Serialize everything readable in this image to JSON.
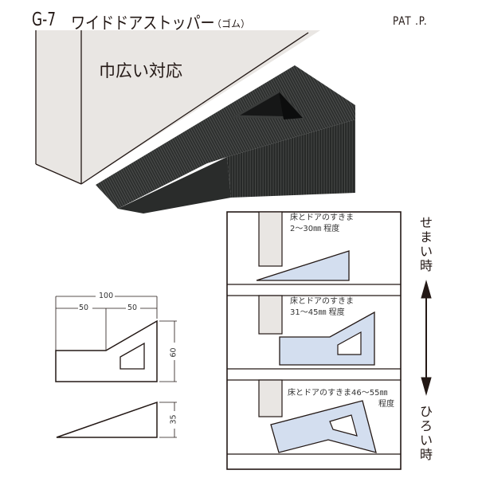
{
  "header": {
    "model_code": "G-7",
    "product_name": "ワイドドアストッパー",
    "material": "（ゴム）",
    "patent": "PAT .P."
  },
  "photo": {
    "caption": "巾広い対応",
    "wall_color": "#e9e6e3",
    "stopper_color": "#2f3130"
  },
  "dimension_drawing": {
    "front_view": {
      "total_width": "100",
      "left_width": "50",
      "right_width": "50",
      "height": "60"
    },
    "side_view": {
      "height": "35"
    }
  },
  "usage_panels": [
    {
      "gap_label": "床とドアのすきま",
      "gap_range": "2～30㎜",
      "suffix": "程度",
      "fill": "#d3deef"
    },
    {
      "gap_label": "床とドアのすきま",
      "gap_range": "31～45㎜",
      "suffix": "程度",
      "fill": "#d3deef"
    },
    {
      "gap_label": "床とドアのすきま46～55㎜",
      "gap_range": "",
      "suffix": "程度",
      "fill": "#d3deef"
    }
  ],
  "scale_arrow": {
    "top_label": "せまい時",
    "bottom_label": "ひろい時"
  }
}
